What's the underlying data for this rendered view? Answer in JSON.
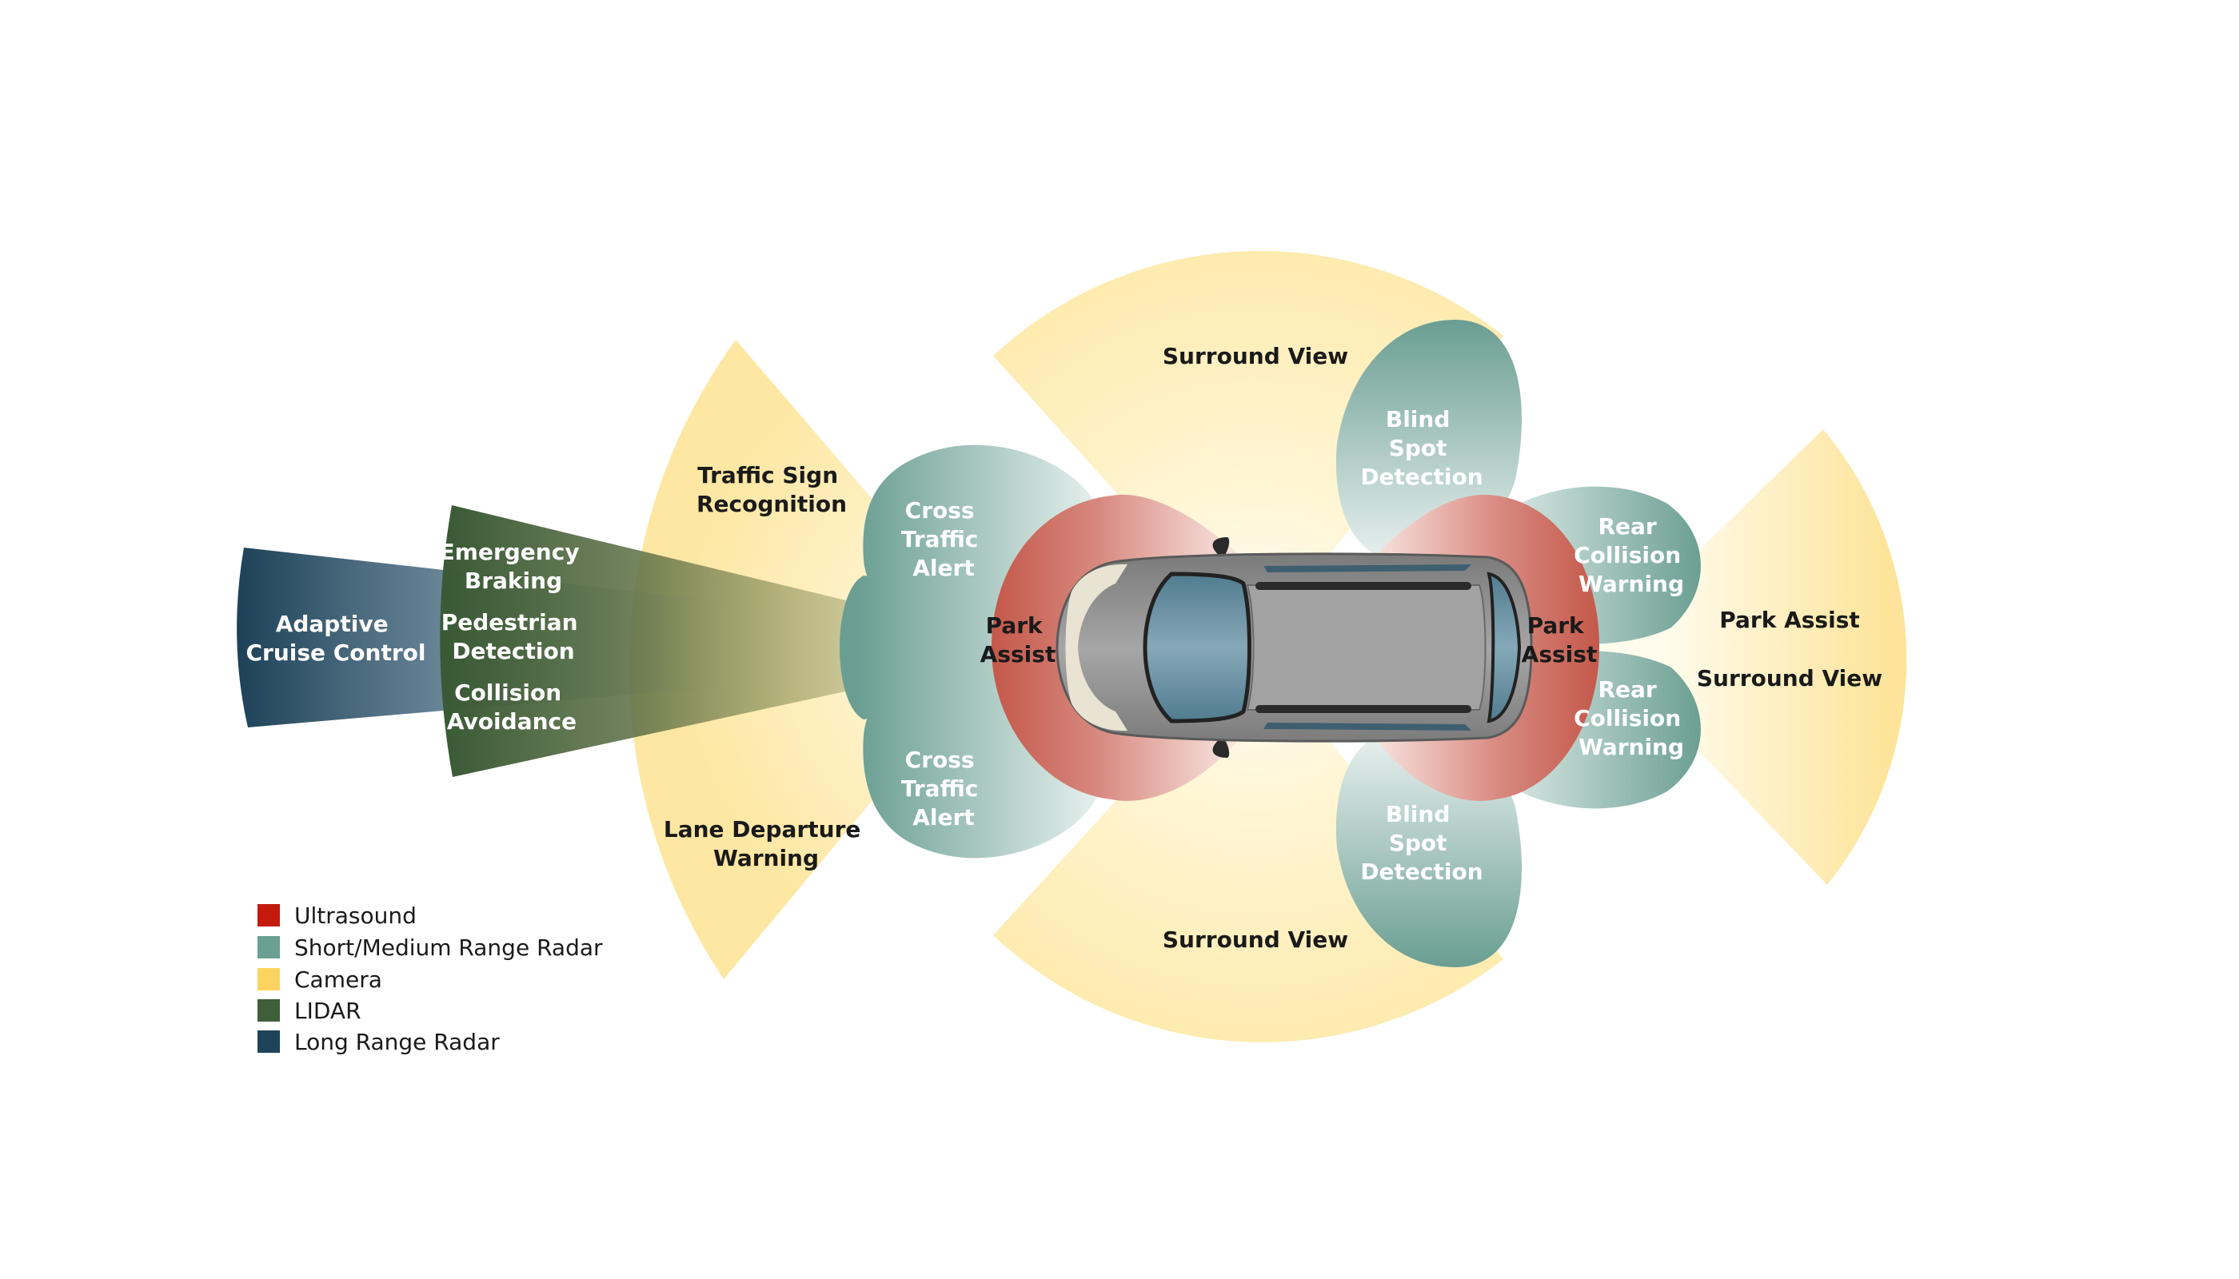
{
  "colors": {
    "ultrasound": "#c0352a",
    "short_medium_radar": "#6aa094",
    "camera": "#fde07a",
    "lidar": "#3f5e3a",
    "long_range_radar": "#1f435a",
    "car_body": "#9a9a9a",
    "glass": "#6f96a8"
  },
  "zones": {
    "adaptive_cruise": [
      "Adaptive",
      "Cruise Control"
    ],
    "emergency_braking": [
      "Emergency",
      "Braking"
    ],
    "pedestrian_detection": [
      "Pedestrian",
      "Detection"
    ],
    "collision_avoidance": [
      "Collision",
      "Avoidance"
    ],
    "traffic_sign": [
      "Traffic Sign",
      "Recognition"
    ],
    "lane_departure": [
      "Lane Departure",
      "Warning"
    ],
    "cross_traffic_top": [
      "Cross",
      "Traffic",
      "Alert"
    ],
    "cross_traffic_bottom": [
      "Cross",
      "Traffic",
      "Alert"
    ],
    "park_assist_front": [
      "Park",
      "Assist"
    ],
    "park_assist_rear": [
      "Park",
      "Assist"
    ],
    "surround_view_top": "Surround View",
    "surround_view_bottom": "Surround View",
    "blind_spot_top": [
      "Blind",
      "Spot",
      "Detection"
    ],
    "blind_spot_bottom": [
      "Blind",
      "Spot",
      "Detection"
    ],
    "rear_collision_top": [
      "Rear",
      "Collision",
      "Warning"
    ],
    "rear_collision_bottom": [
      "Rear",
      "Collision",
      "Warning"
    ],
    "rear_park_assist": "Park Assist",
    "rear_surround_view": "Surround View"
  },
  "legend": [
    {
      "label": "Ultrasound",
      "color": "#c41a0e"
    },
    {
      "label": "Short/Medium Range Radar",
      "color": "#6aa094"
    },
    {
      "label": "Camera",
      "color": "#fdd35f"
    },
    {
      "label": "LIDAR",
      "color": "#3f5e3a"
    },
    {
      "label": "Long Range Radar",
      "color": "#1f435a"
    }
  ]
}
